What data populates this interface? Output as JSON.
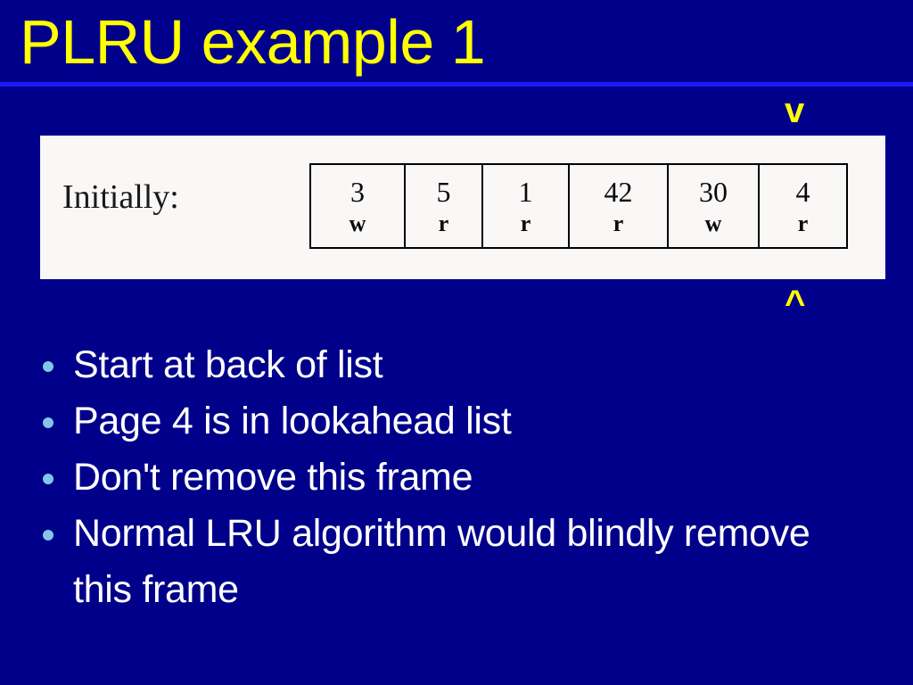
{
  "slide": {
    "title": "PLRU example 1",
    "background_color": "#00008A",
    "title_color": "#FFFF00",
    "rule_color": "#1A1AFF",
    "bullet_text_color": "#FFFFFF",
    "bullet_dot_color": "#82C6E4"
  },
  "markers": {
    "top": "v",
    "bottom": "^"
  },
  "figure": {
    "label": "Initially:",
    "panel_color": "#FAF7F7",
    "frames": [
      {
        "page": "3",
        "mode": "w"
      },
      {
        "page": "5",
        "mode": "r"
      },
      {
        "page": "1",
        "mode": "r"
      },
      {
        "page": "42",
        "mode": "r"
      },
      {
        "page": "30",
        "mode": "w"
      },
      {
        "page": "4",
        "mode": "r"
      }
    ]
  },
  "bullets": [
    {
      "line1": "Start at back of list",
      "line2": ""
    },
    {
      "line1": "Page 4 is in lookahead list",
      "line2": ""
    },
    {
      "line1": "Don't remove this frame",
      "line2": ""
    },
    {
      "line1": "Normal LRU algorithm would blindly remove this frame",
      "line2": ""
    }
  ]
}
